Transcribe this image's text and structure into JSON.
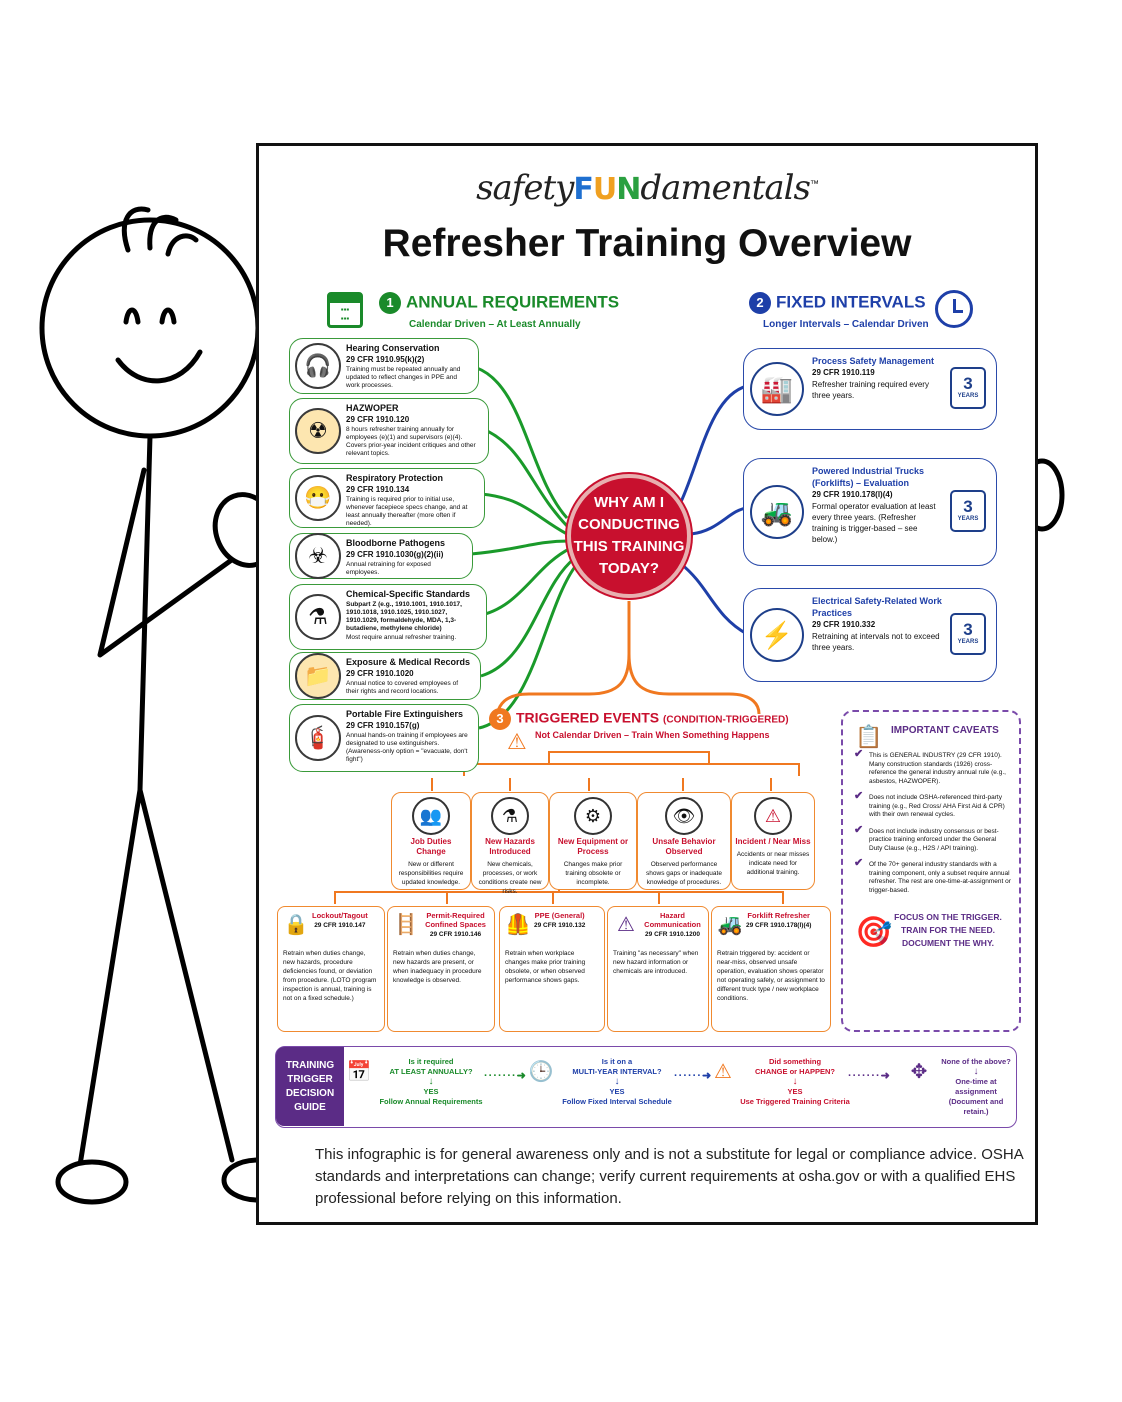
{
  "brand": {
    "part1": "safety",
    "fun_f": "F",
    "fun_u": "U",
    "fun_n": "N",
    "part2": "damentals",
    "tm": "™"
  },
  "title": "Refresher Training Overview",
  "colors": {
    "green": "#1a8a2a",
    "blue": "#1e3fa8",
    "orange": "#f07820",
    "red": "#c8102e",
    "purple": "#5b2c86"
  },
  "annual": {
    "num": "1",
    "heading": "ANNUAL REQUIREMENTS",
    "sub": "Calendar Driven – At Least Annually",
    "icon": "calendar-icon",
    "items": [
      {
        "title": "Hearing Conservation",
        "cfr": "29 CFR 1910.95(k)(2)",
        "desc": "Training must be repeated annually and updated to reflect changes in PPE and work processes.",
        "icon": "headphones-icon"
      },
      {
        "title": "HAZWOPER",
        "cfr": "29 CFR 1910.120",
        "desc": "8 hours refresher training annually for employees (e)(1) and supervisors (e)(4). Covers prior-year incident critiques and other relevant topics.",
        "icon": "hazmat-worker-icon"
      },
      {
        "title": "Respiratory Protection",
        "cfr": "29 CFR 1910.134",
        "desc": "Training is required prior to initial use, whenever facepiece specs change, and at least annually thereafter (more often if needed).",
        "icon": "respirator-icon"
      },
      {
        "title": "Bloodborne Pathogens",
        "cfr": "29 CFR 1910.1030(g)(2)(ii)",
        "desc": "Annual retraining for exposed employees.",
        "icon": "biohazard-icon"
      },
      {
        "title": "Chemical-Specific Standards",
        "cfr": "Subpart Z (e.g., 1910.1001, 1910.1017, 1910.1018, 1910.1025, 1910.1027, 1910.1029, formaldehyde, MDA, 1,3-butadiene, methylene chloride)",
        "desc": "Most require annual refresher training.",
        "icon": "flask-icon"
      },
      {
        "title": "Exposure & Medical Records",
        "cfr": "29 CFR 1910.1020",
        "desc": "Annual notice to covered employees of their rights and record locations.",
        "icon": "folder-icon"
      },
      {
        "title": "Portable Fire Extinguishers",
        "cfr": "29 CFR 1910.157(g)",
        "desc": "Annual hands-on training if employees are designated to use extinguishers. (Awareness-only option = \"evacuate, don't fight\")",
        "icon": "fire-extinguisher-icon"
      }
    ]
  },
  "fixed": {
    "num": "2",
    "heading": "FIXED INTERVALS",
    "sub": "Longer Intervals – Calendar Driven",
    "icon": "clock-icon",
    "items": [
      {
        "title": "Process Safety Management",
        "cfr": "29 CFR 1910.119",
        "desc": "Refresher training required every three years.",
        "years": "3",
        "years_label": "YEARS",
        "icon": "factory-icon"
      },
      {
        "title": "Powered Industrial Trucks (Forklifts) – Evaluation",
        "cfr": "29 CFR 1910.178(l)(4)",
        "desc": "Formal operator evaluation at least every three years. (Refresher training is trigger-based – see below.)",
        "years": "3",
        "years_label": "YEARS",
        "icon": "forklift-icon"
      },
      {
        "title": "Electrical Safety-Related Work Practices",
        "cfr": "29 CFR 1910.332",
        "desc": "Retraining at intervals not to exceed three years.",
        "years": "3",
        "years_label": "YEARS",
        "icon": "lightning-icon"
      }
    ]
  },
  "center": {
    "line1": "WHY AM I",
    "line2": "CONDUCTING",
    "line3": "THIS TRAINING",
    "line4": "TODAY?"
  },
  "triggered": {
    "num": "3",
    "heading": "TRIGGERED EVENTS",
    "heading_suffix": "(CONDITION-TRIGGERED)",
    "sub": "Not Calendar Driven – Train When Something Happens",
    "events": [
      {
        "title": "Job Duties Change",
        "desc": "New or different responsibilities require updated knowledge.",
        "icon": "people-swap-icon"
      },
      {
        "title": "New Hazards Introduced",
        "desc": "New chemicals, processes, or work conditions create new risks.",
        "icon": "flask-icon"
      },
      {
        "title": "New Equipment or Process",
        "desc": "Changes make prior training obsolete or incomplete.",
        "icon": "gear-icon"
      },
      {
        "title": "Unsafe Behavior Observed",
        "desc": "Observed performance shows gaps or inadequate knowledge of procedures.",
        "icon": "eye-icon"
      },
      {
        "title": "Incident / Near Miss",
        "desc": "Accidents or near misses indicate need for additional training.",
        "icon": "warning-icon"
      }
    ],
    "standards": [
      {
        "title": "Lockout/Tagout",
        "cfr": "29 CFR 1910.147",
        "desc": "Retrain when duties change, new hazards, procedure deficiencies found, or deviation from procedure. (LOTO program inspection is annual, training is not on a fixed schedule.)",
        "icon": "lock-icon"
      },
      {
        "title": "Permit-Required Confined Spaces",
        "cfr": "29 CFR 1910.146",
        "desc": "Retrain when duties change, new hazards are present, or when inadequacy in procedure knowledge is observed.",
        "icon": "ladder-icon"
      },
      {
        "title": "PPE (General)",
        "cfr": "29 CFR 1910.132",
        "desc": "Retrain when workplace changes make prior training obsolete, or when observed performance shows gaps.",
        "icon": "vest-icon"
      },
      {
        "title": "Hazard Communication",
        "cfr": "29 CFR 1910.1200",
        "desc": "Training \"as necessary\" when new hazard information or chemicals are introduced.",
        "icon": "hazcom-label-icon"
      },
      {
        "title": "Forklift Refresher",
        "cfr": "29 CFR 1910.178(l)(4)",
        "desc": "Retrain triggered by: accident or near-miss, observed unsafe operation, evaluation shows operator not operating safely, or assignment to different truck type / new workplace conditions.",
        "icon": "forklift-icon"
      }
    ]
  },
  "caveats": {
    "heading": "IMPORTANT CAVEATS",
    "items": [
      "This is GENERAL INDUSTRY (29 CFR 1910). Many construction standards (1926) cross-reference the general industry annual rule (e.g., asbestos, HAZWOPER).",
      "Does not include OSHA-referenced third-party training (e.g., Red Cross/ AHA First Aid & CPR) with their own renewal cycles.",
      "Does not include industry consensus or best-practice training enforced under the General Duty Clause (e.g., H2S / API training).",
      "Of the 70+ general industry standards with a training component, only a subset require annual refresher. The rest are one-time-at-assignment or trigger-based."
    ],
    "focus1": "FOCUS ON THE TRIGGER.",
    "focus2": "TRAIN FOR THE NEED.",
    "focus3": "DOCUMENT THE WHY."
  },
  "guide": {
    "label1": "TRAINING",
    "label2": "TRIGGER",
    "label3": "DECISION",
    "label4": "GUIDE",
    "steps": [
      {
        "q1": "Is it required",
        "q2": "AT LEAST ANNUALLY?",
        "ans": "YES",
        "result": "Follow Annual Requirements",
        "icon": "calendar-icon"
      },
      {
        "q1": "Is it on a",
        "q2": "MULTI-YEAR INTERVAL?",
        "ans": "YES",
        "result": "Follow Fixed Interval Schedule",
        "icon": "clock-icon"
      },
      {
        "q1": "Did something",
        "q2": "CHANGE or HAPPEN?",
        "ans": "YES",
        "result": "Use Triggered Training Criteria",
        "icon": "warning-icon"
      },
      {
        "q1": "None of the above?",
        "q2": "",
        "ans": "One-time at assignment",
        "result": "(Document and retain.)",
        "icon": "scatter-arrows-icon"
      }
    ]
  },
  "disclaimer": "This infographic is for general awareness only and is not a substitute for legal or compliance advice. OSHA standards and interpretations can change; verify current requirements at osha.gov or with a qualified EHS professional before relying on this information."
}
